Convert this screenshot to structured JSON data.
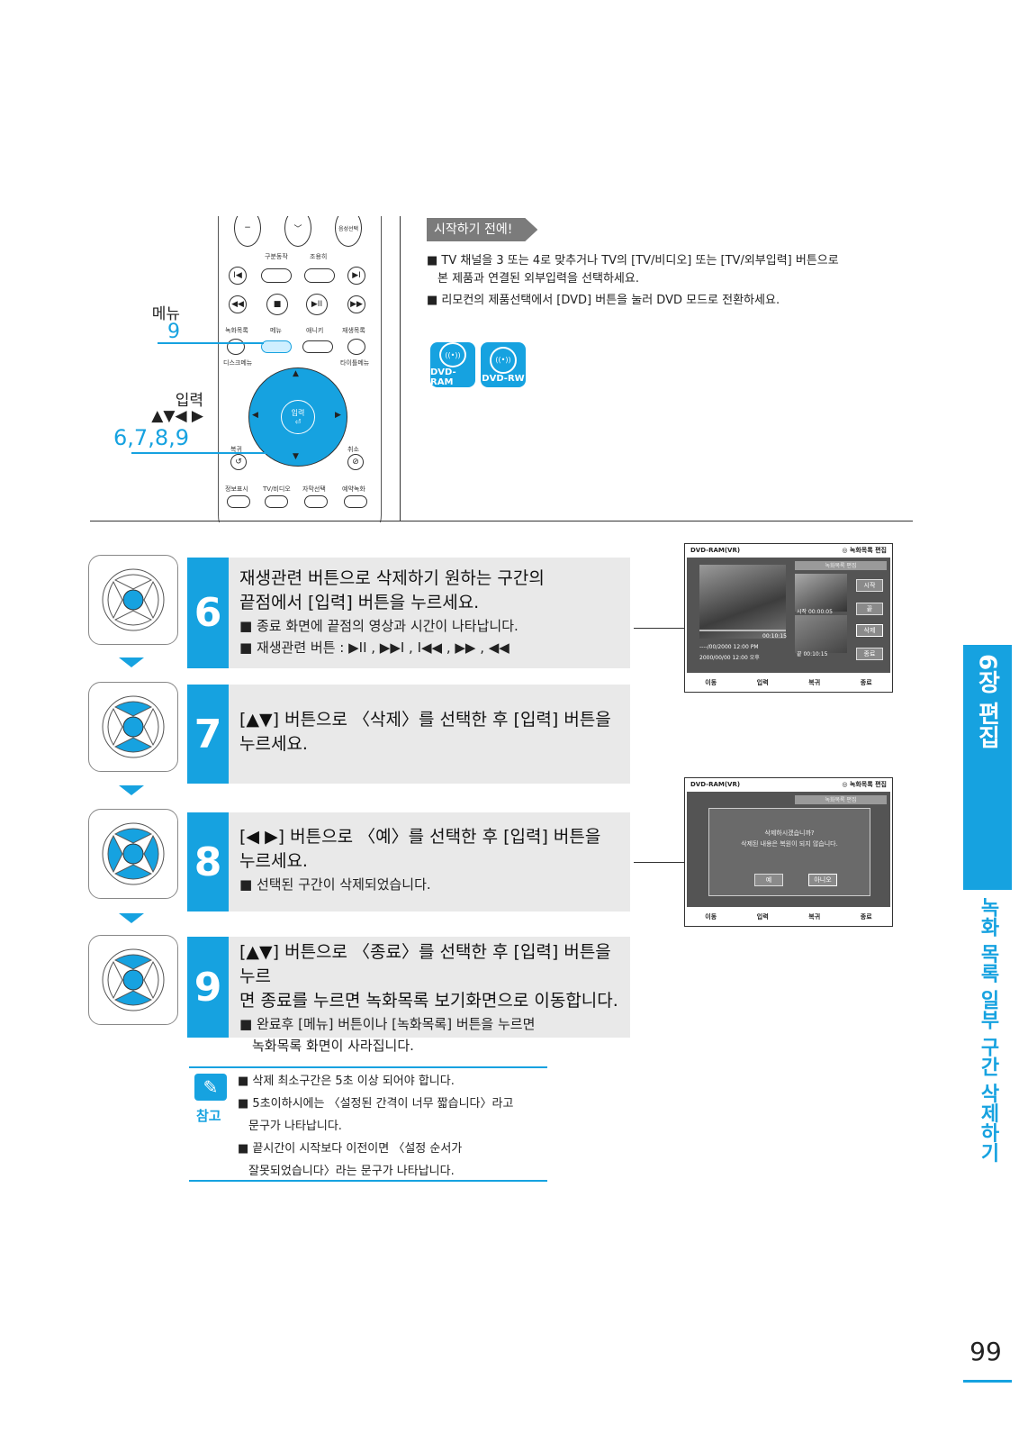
{
  "remote_labels": {
    "menu_label": "메뉴",
    "menu_step": "9",
    "enter_label": "입력",
    "arrows": "▲▼◀ ▶",
    "enter_steps": "6,7,8,9",
    "btn_gubun": "구분동작",
    "btn_jomyeong": "조용히",
    "btn_eumseong": "음성선택",
    "btn_nokhwa_mokrok": "녹화목록",
    "btn_menu": "메뉴",
    "btn_anykey": "애니키",
    "btn_jaesaeng_mokrok": "재생목록",
    "btn_disc_menu": "디스크메뉴",
    "btn_title_menu": "타이틀메뉴",
    "btn_enter": "입력",
    "btn_return": "복귀",
    "btn_cancel": "취소",
    "btn_info": "정보표시",
    "btn_tv_video": "TV/비디오",
    "btn_subtitle": "자막선택",
    "btn_reserve": "예약녹화"
  },
  "before_start": {
    "badge": "시작하기 전에!",
    "bullet1_line1": "TV 채널을 3 또는 4로 맞추거나 TV의 [TV/비디오] 또는 [TV/외부입력] 버튼으로",
    "bullet1_line2": "본 제품과 연결된 외부입력을 선택하세요.",
    "bullet2": "리모컨의 제품선택에서 [DVD] 버튼을 눌러 DVD 모드로 전환하세요.",
    "disc1": "DVD-RAM",
    "disc2": "DVD-RW"
  },
  "steps": [
    {
      "num": "6",
      "title1": "재생관련 버튼으로 삭제하기 원하는 구간의",
      "title2": "끝점에서 [입력] 버튼을 누르세요.",
      "bullet1": "종료 화면에 끝점의 영상과 시간이 나타납니다.",
      "bullet2": "재생관련 버튼 : ▶II , ▶▶I , I◀◀ , ▶▶ , ◀◀"
    },
    {
      "num": "7",
      "title1": "[▲▼] 버튼으로 〈삭제〉를 선택한 후 [입력] 버튼을",
      "title2": "누르세요."
    },
    {
      "num": "8",
      "title1": "[◀ ▶] 버튼으로 〈예〉를 선택한 후 [입력] 버튼을",
      "title2": "누르세요.",
      "bullet1": "선택된 구간이 삭제되었습니다."
    },
    {
      "num": "9",
      "title1": "[▲▼] 버튼으로 〈종료〉를 선택한 후 [입력] 버튼을 누르",
      "title2": "면 종료를 누르면 녹화목록 보기화면으로 이동합니다.",
      "bullet1": "완료후 [메뉴] 버튼이나 [녹화목록] 버튼을 누르면",
      "bullet2": "녹화목록 화면이 사라집니다."
    }
  ],
  "screen1": {
    "mode": "DVD-RAM(VR)",
    "title": "◎ 녹화목록 편집",
    "subtitle": "녹화목록 편집",
    "btn_start": "시작",
    "btn_end": "끝",
    "btn_delete": "삭제",
    "btn_exit": "종료",
    "start_label": "시작",
    "start_time": "00:00:05",
    "end_label": "끝",
    "end_time": "00:10:15",
    "progress_time": "00:10:15",
    "date1": "----/00/2000 12:00 PM",
    "date2": "2000/00/00 12:00 오후",
    "ftr_move": "이동",
    "ftr_enter": "입력",
    "ftr_return": "복귀",
    "ftr_exit": "종료"
  },
  "screen2": {
    "mode": "DVD-RAM(VR)",
    "title": "◎ 녹화목록 편집",
    "subtitle": "녹화목록 편집",
    "dialog_line1": "삭제하시겠습니까?",
    "dialog_line2": "삭제된 내용은 복원이 되지 않습니다.",
    "yes": "예",
    "no": "아니오",
    "ftr_move": "이동",
    "ftr_enter": "입력",
    "ftr_return": "복귀",
    "ftr_exit": "종료"
  },
  "note": {
    "label": "참고",
    "bullet1": "삭제 최소구간은 5초 이상 되어야 합니다.",
    "bullet2_line1": "5초이하시에는 〈설정된 간격이 너무 짧습니다〉라고",
    "bullet2_line2": "문구가 나타납니다.",
    "bullet3_line1": "끝시간이 시작보다 이전이면 〈설정 순서가",
    "bullet3_line2": "잘못되었습니다〉라는 문구가 나타납니다."
  },
  "side": {
    "chapter": "6장 편집",
    "section": "녹화 목록 일부 구간 삭제하기"
  },
  "page_number": "99",
  "colors": {
    "accent": "#16a2e0",
    "grey_box": "#e9e9e9"
  }
}
